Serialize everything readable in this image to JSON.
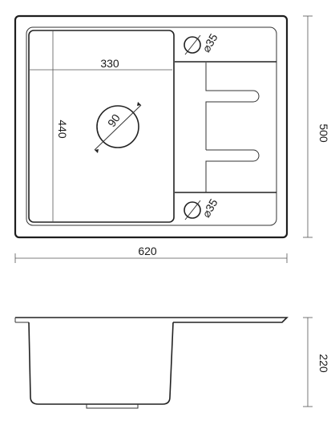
{
  "drawing": {
    "top_view": {
      "overall_width_label": "620",
      "overall_height_label": "500",
      "bowl_width_label": "330",
      "bowl_height_label": "440",
      "drain_diameter_label": "90",
      "tap_hole_top_label": "35",
      "overflow_hole_bottom_label": "35"
    },
    "side_view": {
      "depth_label": "220"
    }
  }
}
